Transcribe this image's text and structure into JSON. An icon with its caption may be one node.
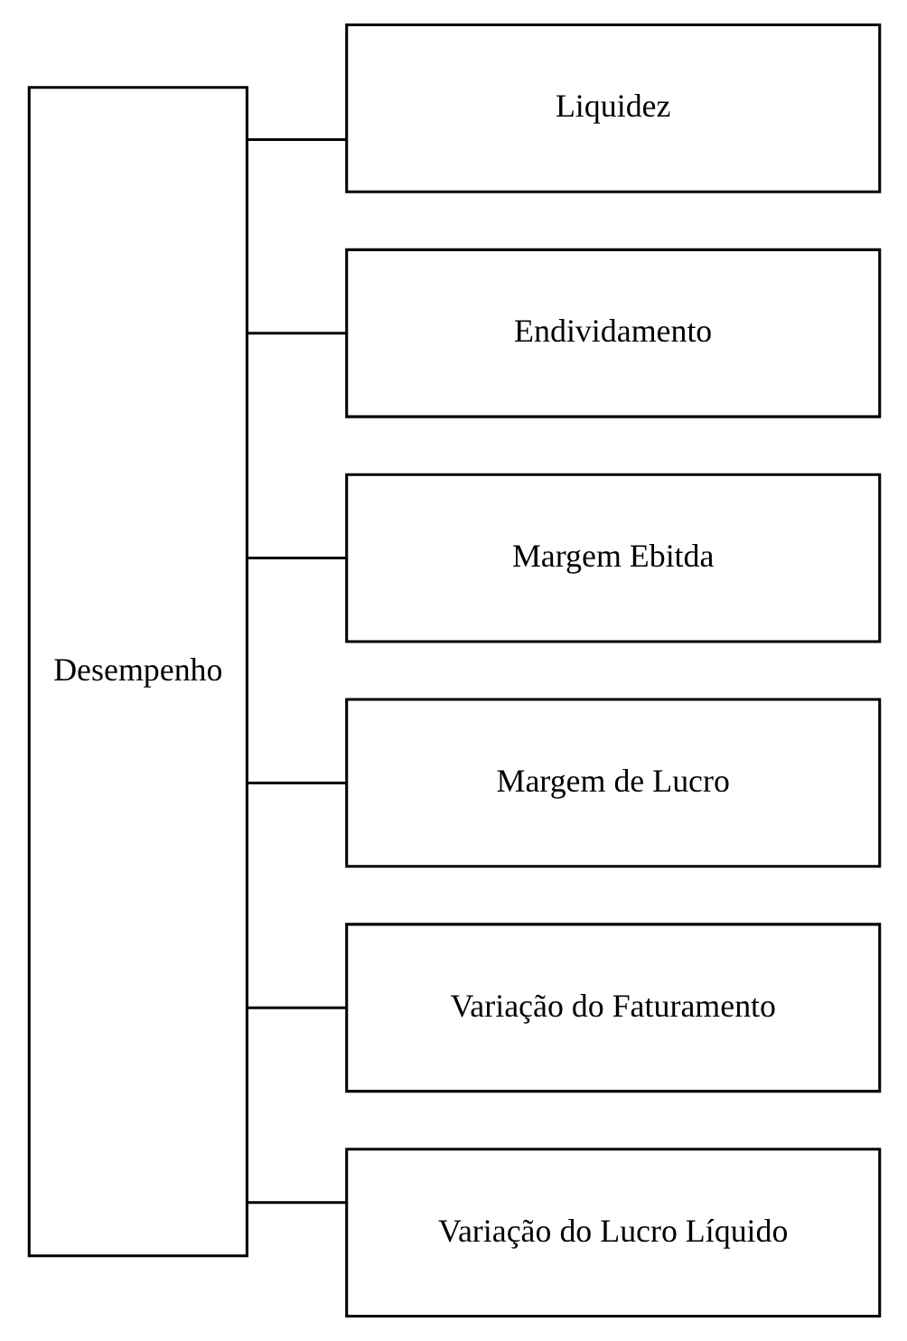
{
  "diagram": {
    "nodes": [
      {
        "text": [
          "Desempenho"
        ]
      },
      {
        "text": [
          "Liquidez"
        ]
      },
      {
        "text": [
          "Endividamento"
        ]
      },
      {
        "text": [
          "Margem Ebitda"
        ]
      },
      {
        "text": [
          "Margem de Lucro"
        ]
      },
      {
        "text": [
          "Variação do Faturamento"
        ]
      },
      {
        "text": [
          "Variação do Lucro Líquido"
        ]
      }
    ],
    "edges": [
      {
        "from": 0,
        "to": 1,
        "arrow": "none"
      },
      {
        "from": 0,
        "to": 2,
        "arrow": "none"
      },
      {
        "from": 0,
        "to": 3,
        "arrow": "none"
      },
      {
        "from": 0,
        "to": 4,
        "arrow": "none"
      },
      {
        "from": 0,
        "to": 5,
        "arrow": "none"
      },
      {
        "from": 0,
        "to": 6,
        "arrow": "none"
      }
    ]
  }
}
